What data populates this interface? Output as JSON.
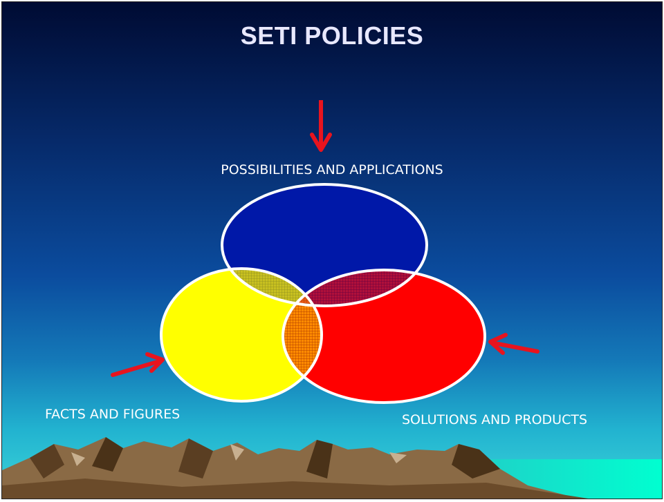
{
  "title": "SETI POLICIES",
  "labels": {
    "top": "POSSIBILITIES AND APPLICATIONS",
    "left": "FACTS AND FIGURES",
    "right": "SOLUTIONS AND PRODUCTS"
  },
  "colors": {
    "circle_top": "#0018a8",
    "circle_left": "#ffff00",
    "circle_right": "#ff0000",
    "arrows": "#e8141e",
    "sky_top": "#000c38",
    "sky_bottom": "#2ed6e0"
  },
  "diagram_type": "three-set venn diagram"
}
